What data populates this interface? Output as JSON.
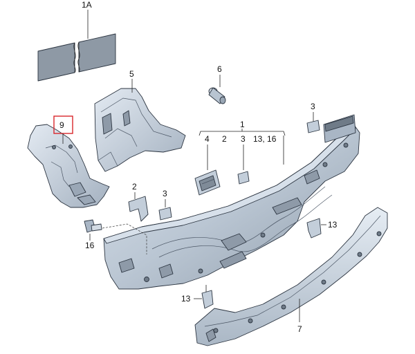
{
  "diagram": {
    "labels": {
      "panel_1a": "1A",
      "part_1": "1",
      "part_2": "2",
      "part_3_top": "3",
      "part_3_mid": "3",
      "part_3_left": "3",
      "part_4": "4",
      "part_2_sub": "2",
      "part_13_16": "13, 16",
      "part_5": "5",
      "part_6": "6",
      "part_7": "7",
      "part_9": "9",
      "part_13_right": "13",
      "part_13_bottom": "13",
      "part_16": "16"
    },
    "colors": {
      "panel_fill": "#8e99a5",
      "part_fill": "#c9d4e0",
      "part_shade": "#a9b6c5",
      "dark_fill": "#6f7b88",
      "highlight_box": "#d9262b"
    }
  }
}
